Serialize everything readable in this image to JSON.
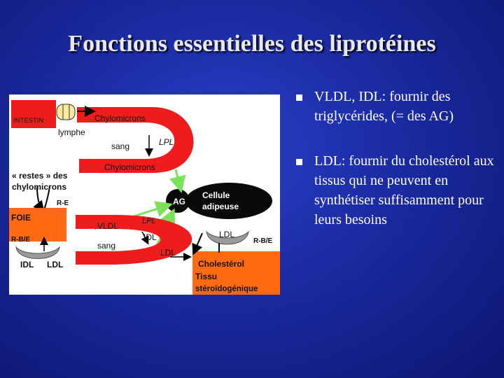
{
  "title": "Fonctions essentielles des liprotéines",
  "diagram": {
    "labels": {
      "intestin": "INTESTIN",
      "chylomicrons_top": "Chylomicrons",
      "lymphe": "lymphe",
      "sang_top": "sang",
      "lpl_top": "LPL",
      "chylomicrons_mid": "Chylomicrons",
      "restes_line1": "« restes » des",
      "restes_line2": "chylomicrons",
      "re": "R-E",
      "ag": "AG",
      "cellule_line1": "Cellule",
      "cellule_line2": "adipeuse",
      "foie": "FOIE",
      "rbe_left": "R-B/E",
      "lpl_bottom": "LPL",
      "vldl": "VLDL",
      "idl_arc": "IDL",
      "sang_bottom": "sang",
      "ldl_arc": "LDL",
      "ldl_receptor": "LDL",
      "rbe_right": "R-B/E",
      "idl_bottom": "IDL",
      "ldl_bottom": "LDL",
      "cholesterol": "Cholestérol",
      "tissu": "Tissu",
      "steroidogenique": "stéroïdogénique"
    },
    "colors": {
      "arc_red": "#ee1c1c",
      "orange_box": "#ff6a13",
      "green_arrow": "#7be35a",
      "cell_black": "#0a0a0a",
      "receptor_gray": "#9a9a9a",
      "capsule_yellow": "#ffe9a0"
    }
  },
  "bullets": [
    {
      "text": "VLDL, IDL: fournir des triglycérides, (= des AG)"
    },
    {
      "text": "LDL: fournir du cholestérol aux tissus qui ne peuvent en synthétiser suffisamment pour leurs besoins"
    }
  ]
}
